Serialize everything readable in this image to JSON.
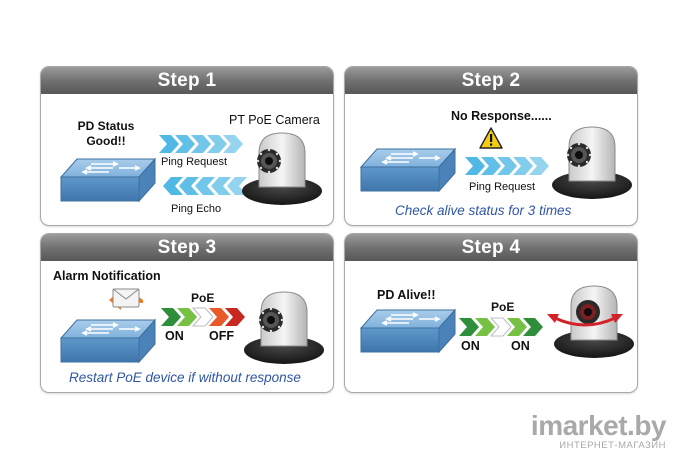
{
  "colors": {
    "header_gradient_top": "#9a9a9a",
    "header_gradient_bottom": "#585858",
    "switch_blue": "#6fa3d2",
    "ping_arrow": "#4fb8e4",
    "poe_on_green": "#3aa043",
    "poe_off_red": "#d23a27",
    "caption_blue": "#2f56a6",
    "warning_yellow": "#f3cc14"
  },
  "step1": {
    "title": "Step 1",
    "status": "PD Status Good!!",
    "camera_label": "PT PoE Camera",
    "ping_request": "Ping Request",
    "ping_echo": "Ping Echo",
    "icons": [
      "network-switch-icon",
      "ptz-camera-icon"
    ]
  },
  "step2": {
    "title": "Step 2",
    "status": "No Response......",
    "ping_request": "Ping Request",
    "caption": "Check alive status for 3 times",
    "icons": [
      "warning-icon",
      "network-switch-icon",
      "ptz-camera-icon"
    ]
  },
  "step3": {
    "title": "Step 3",
    "status": "Alarm Notification",
    "poe_label": "PoE",
    "on_label": "ON",
    "off_label": "OFF",
    "caption": "Restart PoE device if without response",
    "icons": [
      "email-icon",
      "network-switch-icon",
      "ptz-camera-icon"
    ]
  },
  "step4": {
    "title": "Step 4",
    "status": "PD Alive!!",
    "poe_label": "PoE",
    "on_label_1": "ON",
    "on_label_2": "ON",
    "icons": [
      "network-switch-icon",
      "ptz-camera-icon",
      "rotate-arrow-icon"
    ]
  },
  "watermark": {
    "main": "imarket.by",
    "sub": "ИНТЕРНЕТ-МАГАЗИН"
  }
}
